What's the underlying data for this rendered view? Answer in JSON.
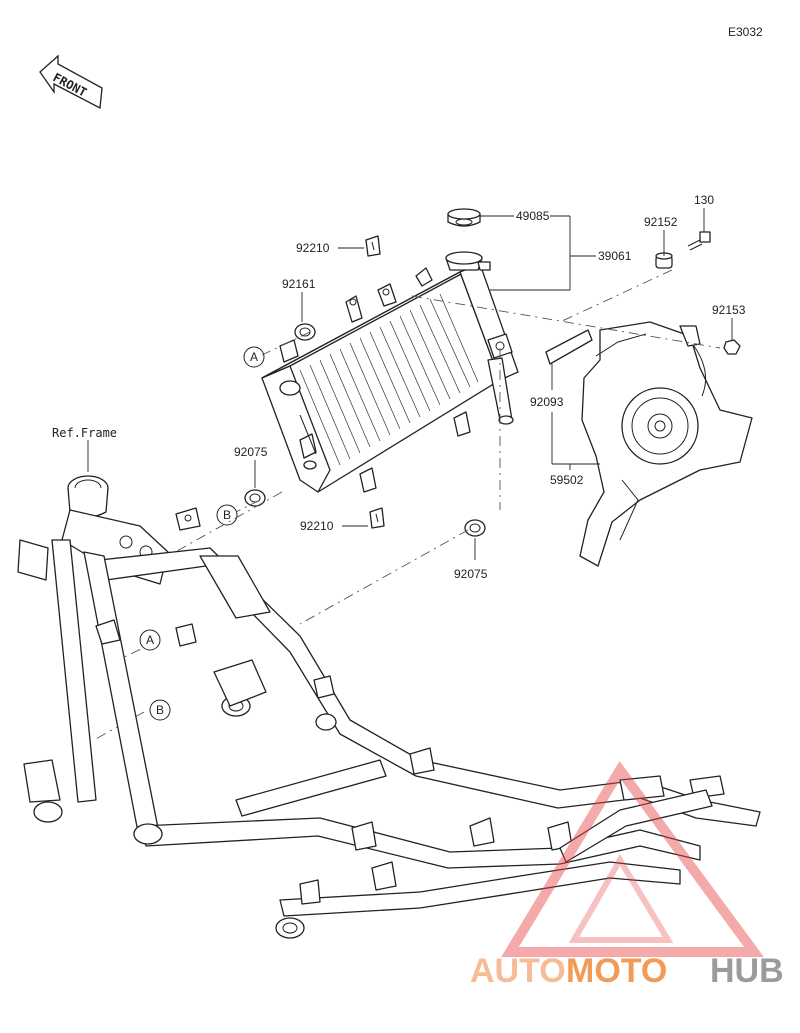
{
  "diagram_code": "E3032",
  "front_label": "FRONT",
  "ref_frame_label": "Ref.Frame",
  "callout_a": "A",
  "callout_b": "B",
  "parts": {
    "p49085": "49085",
    "p39061": "39061",
    "p92152": "92152",
    "p130": "130",
    "p92153": "92153",
    "p92210_top": "92210",
    "p92161": "92161",
    "p92093": "92093",
    "p92075_left": "92075",
    "p59502": "59502",
    "p92210_bottom": "92210",
    "p92075_bottom": "92075"
  },
  "watermark": {
    "part1": "AUTO",
    "part2": "MOTO",
    "part3": "HUB",
    "color_auto": "#f4b183",
    "color_moto": "#f08a3c",
    "color_hub": "#8a8a8a",
    "triangle_color": "#e8474b"
  }
}
